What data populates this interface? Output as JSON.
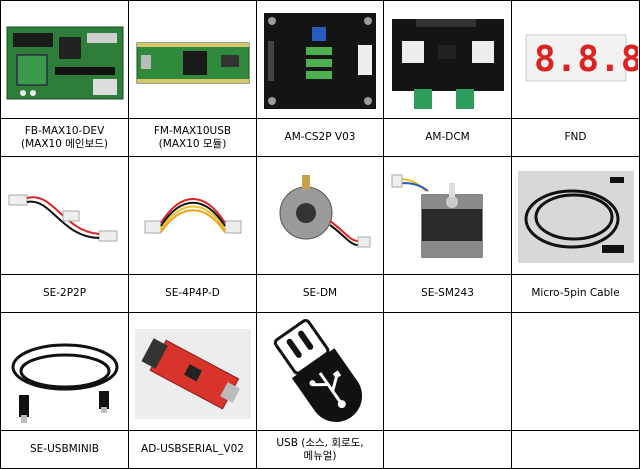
{
  "products": [
    {
      "label": "FB-MAX10-DEV\n(MAX10 메인보드)",
      "image": "fpga-main-board-photo"
    },
    {
      "label": "FM-MAX10USB\n(MAX10 모듈)",
      "image": "fpga-module-photo"
    },
    {
      "label": "AM-CS2P V03",
      "image": "motor-driver-board-photo"
    },
    {
      "label": "AM-DCM",
      "image": "dc-motor-board-photo"
    },
    {
      "label": "FND",
      "image": "seven-segment-display-photo"
    },
    {
      "label": "SE-2P2P",
      "image": "2pin-cable-photo"
    },
    {
      "label": "SE-4P4P-D",
      "image": "4pin-cable-photo"
    },
    {
      "label": "SE-DM",
      "image": "dc-motor-photo"
    },
    {
      "label": "SE-SM243",
      "image": "stepper-motor-photo"
    },
    {
      "label": "Micro-5pin Cable",
      "image": "micro-usb-cable-photo"
    },
    {
      "label": "SE-USBMINIB",
      "image": "mini-usb-cable-photo"
    },
    {
      "label": "AD-USBSERIAL_V02",
      "image": "usb-serial-adapter-photo"
    },
    {
      "label": "USB (소스, 회로도,\n메뉴얼)",
      "image": "usb-drive-icon"
    },
    {
      "label": "",
      "image": ""
    },
    {
      "label": "",
      "image": ""
    }
  ]
}
